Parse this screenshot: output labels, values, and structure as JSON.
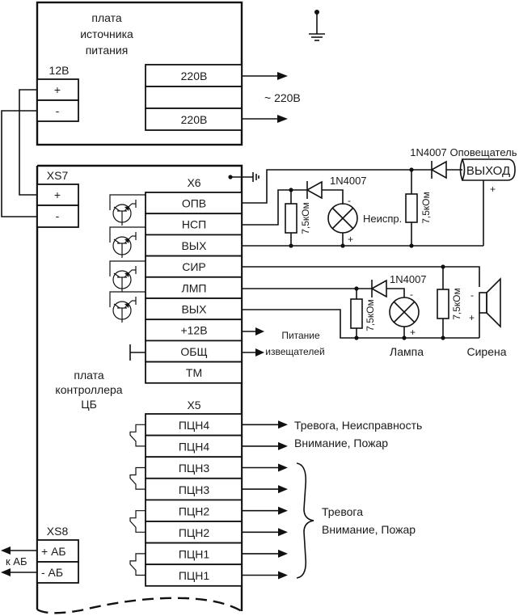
{
  "diagram": {
    "power_board": {
      "title_lines": [
        "плата",
        "источника",
        "питания"
      ],
      "connector_label": "12В",
      "connector_pins": [
        "+",
        "-"
      ],
      "mains_pins": [
        "220В",
        "",
        "220В"
      ],
      "mains_label": "~ 220В"
    },
    "controller_board": {
      "title_lines": [
        "плата",
        "контроллера",
        "ЦБ"
      ],
      "xs7": {
        "label": "XS7",
        "pins": [
          "+",
          "-"
        ]
      },
      "x6": {
        "label": "X6",
        "pins": [
          "ОПВ",
          "НСП",
          "ВЫХ",
          "СИР",
          "ЛМП",
          "ВЫХ",
          "+12В",
          "ОБЩ",
          "ТМ"
        ]
      },
      "x5": {
        "label": "X5",
        "pins": [
          "ПЦН4",
          "ПЦН4",
          "ПЦН3",
          "ПЦН3",
          "ПЦН2",
          "ПЦН2",
          "ПЦН1",
          "ПЦН1"
        ]
      },
      "xs8": {
        "label": "XS8",
        "pins": [
          "+ АБ",
          "-  АБ"
        ],
        "battery_label": "к АБ"
      }
    },
    "detector_power": [
      "Питание",
      "извещателей"
    ],
    "annunciator": {
      "title": "Оповещатель",
      "text": "ВЫХОД",
      "diode": "1N4007",
      "plus": "+"
    },
    "fault_indicator": {
      "diode": "1N4007",
      "resistor": "7,5кОм",
      "lamp_label": "Неиспр.",
      "minus": "-",
      "plus": "+"
    },
    "annunciator_resistor": "7,5кОм",
    "lamp_circuit": {
      "diode": "1N4007",
      "resistor": "7,5кОм",
      "label": "Лампа",
      "minus": "-",
      "plus": "+"
    },
    "siren_circuit": {
      "resistor": "7,5кОм",
      "label": "Сирена",
      "minus": "-",
      "plus": "+"
    },
    "relay_outputs": {
      "pcn4_first": "Тревога, Неисправность",
      "pcn4_second": "Внимание, Пожар",
      "group_lines": [
        "Тревога",
        "Внимание, Пожар"
      ]
    }
  }
}
